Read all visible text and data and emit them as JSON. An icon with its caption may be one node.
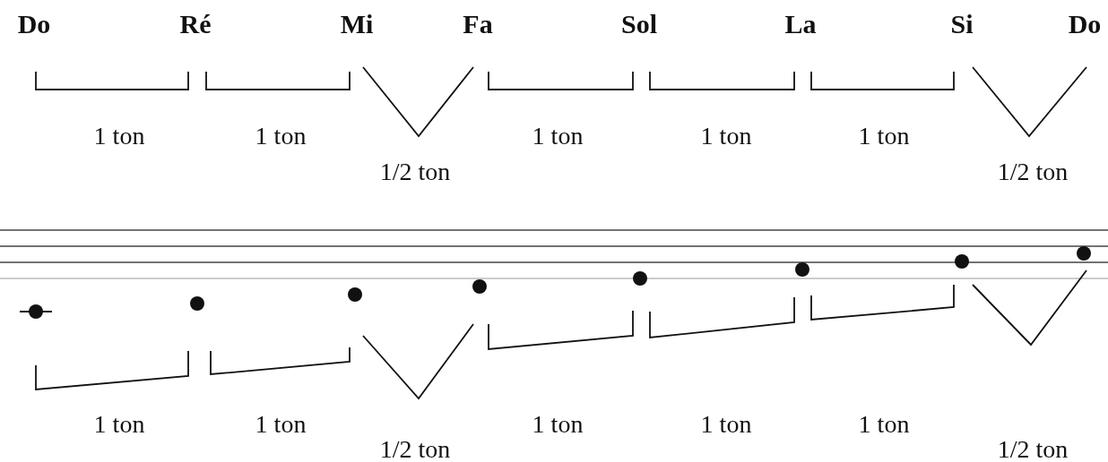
{
  "diagram": {
    "labels": [
      "Do",
      "Ré",
      "Mi",
      "Fa",
      "Sol",
      "La",
      "Si",
      "Do",
      "1 ton",
      "1 ton",
      "1/2 ton",
      "1 ton",
      "1 ton",
      "1 ton",
      "1/2 ton",
      "1 ton",
      "1 ton",
      "1/2 ton",
      "1 ton",
      "1 ton",
      "1 ton",
      "1/2 ton"
    ]
  }
}
